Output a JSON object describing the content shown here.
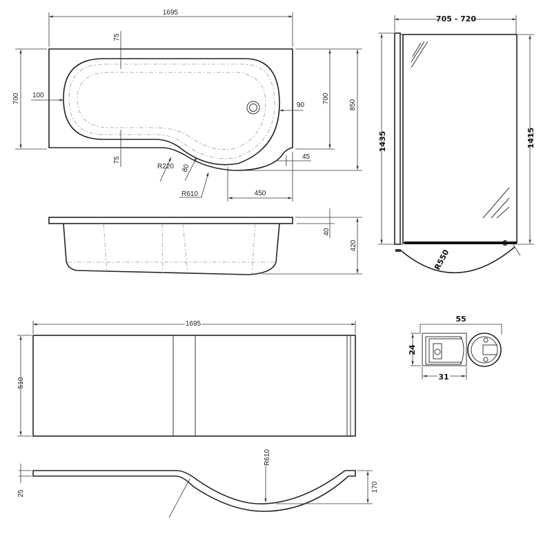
{
  "plan_view": {
    "length": "1695",
    "width_left": "700",
    "width_right": "700",
    "overall_width": "850",
    "rim_top": "75",
    "rim_bottom": "75",
    "rim_left": "100",
    "rim_right": "90",
    "radius_small": "R220",
    "radius_large": "R610",
    "curve_rim": "80",
    "offset": "45",
    "curve_length": "450"
  },
  "side_view": {
    "rim_thickness": "40",
    "height": "420"
  },
  "front_panel": {
    "length": "1695",
    "height": "510"
  },
  "panel_plan": {
    "thickness": "25",
    "radius": "R610",
    "depth": "170"
  },
  "screen": {
    "width": "705 - 720",
    "height_overall": "1435",
    "height_glass": "1415",
    "radius": "R550",
    "glass_thickness": "6"
  },
  "profile": {
    "width_overall": "55",
    "height": "24",
    "width_base": "31"
  },
  "colors": {
    "line": "#333333",
    "background": "#ffffff"
  }
}
